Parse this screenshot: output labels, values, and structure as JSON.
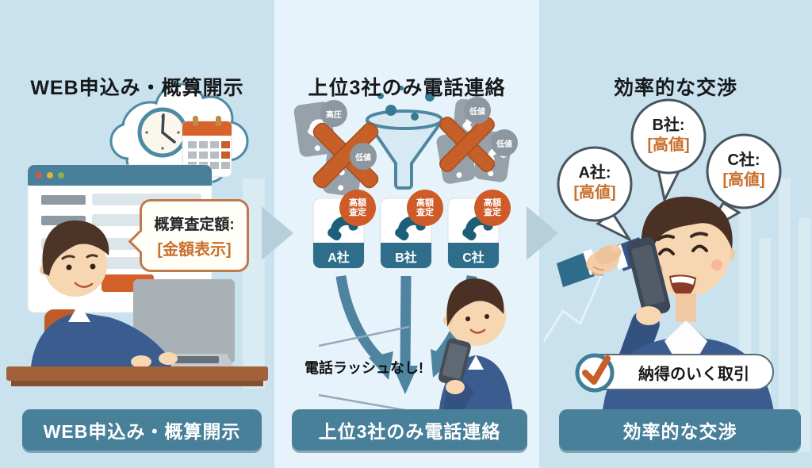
{
  "colors": {
    "panel_bg": "#c9e2ee",
    "panel_bg_middle": "#e7f3fa",
    "banner_teal": "#48809a",
    "accent_orange": "#c75f28",
    "highlight_text_orange": "#c8702d",
    "text_dark": "#17181a",
    "flow_arrow": "#b7cedb"
  },
  "panels": [
    {
      "title": "WEB申込み・概算開示",
      "banner": "WEB申込み・概算開示",
      "estimate_bubble": {
        "label": "概算査定額:",
        "value": "[金額表示]"
      },
      "icons": [
        "thought-cloud-icon",
        "clock-icon",
        "calendar-icon",
        "browser-window-icon",
        "person-at-desk-illustration"
      ]
    },
    {
      "title": "上位3社のみ電話連絡",
      "banner": "上位3社のみ電話連絡",
      "rejected_badges": [
        "高圧",
        "低値",
        "低値",
        "低値"
      ],
      "companies": [
        {
          "name": "A社",
          "badge_top": "高額",
          "badge_bottom": "査定"
        },
        {
          "name": "B社",
          "badge_top": "高額",
          "badge_bottom": "査定"
        },
        {
          "name": "C社",
          "badge_top": "高額",
          "badge_bottom": "査定"
        }
      ],
      "note": "電話ラッシュなし!",
      "icons": [
        "funnel-icon",
        "phone-icon",
        "x-mark-icon",
        "down-arrow-icon",
        "person-with-phone-illustration"
      ]
    },
    {
      "title": "効率的な交渉",
      "banner": "効率的な交渉",
      "offers": [
        {
          "company": "A社:",
          "value": "[高値]"
        },
        {
          "company": "B社:",
          "value": "[高値]"
        },
        {
          "company": "C社:",
          "value": "[高値]"
        }
      ],
      "result": "納得のいく取引",
      "icons": [
        "speech-bubble-icon",
        "handshake-icon",
        "check-circle-icon",
        "person-on-phone-illustration"
      ]
    }
  ]
}
